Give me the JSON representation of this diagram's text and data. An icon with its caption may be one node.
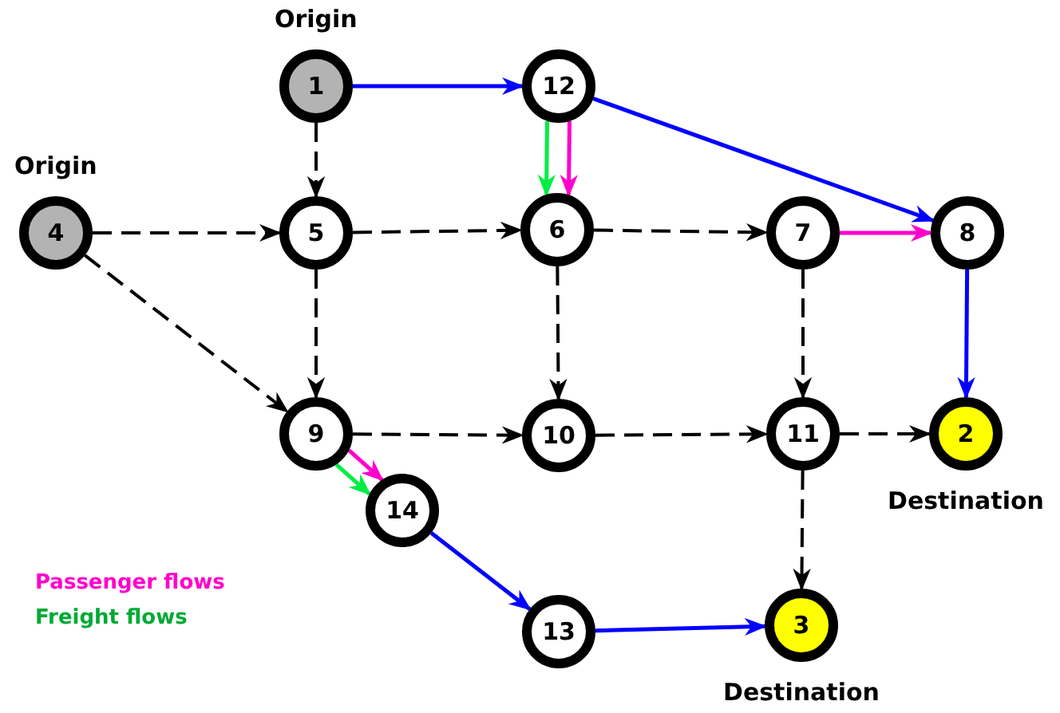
{
  "diagram": {
    "nodes": [
      {
        "text": [
          "1"
        ],
        "beside": [
          "Origin"
        ]
      },
      {
        "text": [
          "12"
        ]
      },
      {
        "text": [
          "4"
        ],
        "beside": [
          "Origin"
        ]
      },
      {
        "text": [
          "5"
        ]
      },
      {
        "text": [
          "6"
        ]
      },
      {
        "text": [
          "7"
        ]
      },
      {
        "text": [
          "8"
        ]
      },
      {
        "text": [
          "9"
        ]
      },
      {
        "text": [
          "10"
        ]
      },
      {
        "text": [
          "11"
        ]
      },
      {
        "text": [
          "2"
        ],
        "beside": [
          "Destination"
        ]
      },
      {
        "text": [
          "14"
        ]
      },
      {
        "text": [
          "13"
        ]
      },
      {
        "text": [
          "3"
        ],
        "beside": [
          "Destination"
        ]
      }
    ],
    "edges": [
      {
        "from": 0,
        "to": 1,
        "arrow": "to",
        "color": "#0000ff"
      },
      {
        "from": 0,
        "to": 3,
        "arrow": "to",
        "style": "dashed"
      },
      {
        "from": 1,
        "to": 4,
        "arrow": "to",
        "color": "#00ee44"
      },
      {
        "from": 1,
        "to": 4,
        "arrow": "to",
        "color": "#ff00cc"
      },
      {
        "from": 1,
        "to": 6,
        "arrow": "to",
        "color": "#0000ff"
      },
      {
        "from": 2,
        "to": 3,
        "arrow": "to",
        "style": "dashed"
      },
      {
        "from": 2,
        "to": 7,
        "arrow": "to",
        "style": "dashed"
      },
      {
        "from": 3,
        "to": 4,
        "arrow": "to",
        "style": "dashed"
      },
      {
        "from": 3,
        "to": 7,
        "arrow": "to",
        "style": "dashed"
      },
      {
        "from": 4,
        "to": 5,
        "arrow": "to",
        "style": "dashed"
      },
      {
        "from": 4,
        "to": 8,
        "arrow": "to",
        "style": "dashed"
      },
      {
        "from": 5,
        "to": 6,
        "arrow": "to",
        "color": "#ff00cc"
      },
      {
        "from": 5,
        "to": 9,
        "arrow": "to",
        "style": "dashed"
      },
      {
        "from": 6,
        "to": 10,
        "arrow": "to",
        "color": "#0000ff"
      },
      {
        "from": 7,
        "to": 8,
        "arrow": "to",
        "style": "dashed"
      },
      {
        "from": 7,
        "to": 11,
        "arrow": "to",
        "color": "#ff00cc"
      },
      {
        "from": 7,
        "to": 11,
        "arrow": "to",
        "color": "#00ee44"
      },
      {
        "from": 8,
        "to": 9,
        "arrow": "to",
        "style": "dashed"
      },
      {
        "from": 9,
        "to": 10,
        "arrow": "to",
        "style": "dashed"
      },
      {
        "from": 9,
        "to": 13,
        "arrow": "to",
        "style": "dashed"
      },
      {
        "from": 11,
        "to": 12,
        "arrow": "to",
        "color": "#0000ff"
      },
      {
        "from": 12,
        "to": 13,
        "arrow": "to",
        "color": "#0000ff"
      }
    ],
    "legend": [
      {
        "text": "Passenger flows",
        "color": "#ff00cc"
      },
      {
        "text": "Freight flows",
        "color": "#00aa33"
      }
    ]
  }
}
